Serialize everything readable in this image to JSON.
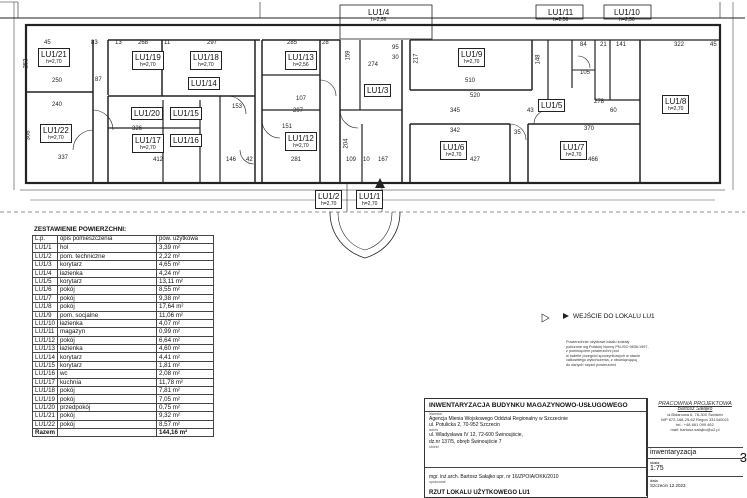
{
  "rooms": [
    {
      "id": "LU1/21",
      "h": "h=2,70"
    },
    {
      "id": "LU1/19",
      "h": "h=2,70"
    },
    {
      "id": "LU1/18",
      "h": "h=2,70"
    },
    {
      "id": "LU1/14",
      "h": ""
    },
    {
      "id": "LU1/20",
      "h": ""
    },
    {
      "id": "LU1/15",
      "h": ""
    },
    {
      "id": "LU1/17",
      "h": "h=2,70"
    },
    {
      "id": "LU1/16",
      "h": ""
    },
    {
      "id": "LU1/22",
      "h": "h=2,70"
    },
    {
      "id": "LU1/13",
      "h": "h=2,56"
    },
    {
      "id": "LU1/12",
      "h": "h=2,70"
    },
    {
      "id": "LU1/3",
      "h": ""
    },
    {
      "id": "LU1/4",
      "h": "h=2,56"
    },
    {
      "id": "LU1/9",
      "h": "h=2,70"
    },
    {
      "id": "LU1/6",
      "h": "h=2,70"
    },
    {
      "id": "LU1/5",
      "h": ""
    },
    {
      "id": "LU1/7",
      "h": "h=2,70"
    },
    {
      "id": "LU1/11",
      "h": "h=2,56"
    },
    {
      "id": "LU1/10",
      "h": "h=2,56"
    },
    {
      "id": "LU1/8",
      "h": "h=2,70"
    },
    {
      "id": "LU1/2",
      "h": "h=2,70"
    },
    {
      "id": "LU1/1",
      "h": "h=2,70"
    }
  ],
  "dims": {
    "d45a": "45",
    "d83": "83",
    "d13": "13",
    "d268": "268",
    "d11": "11",
    "d297": "297",
    "d285": "285",
    "d28": "28",
    "d159": "159",
    "d95": "95",
    "d30": "30",
    "d217": "217",
    "d148": "148",
    "d84": "84",
    "d21": "21",
    "d141": "141",
    "d322": "322",
    "d45b": "45",
    "d253": "253",
    "d250": "250",
    "d87": "87",
    "d240": "240",
    "d308": "308",
    "d337": "337",
    "d326": "326",
    "d412": "412",
    "d146": "146",
    "d42": "42",
    "d281": "281",
    "d297b": "297",
    "d107": "107",
    "d151": "151",
    "d274": "274",
    "d510": "510",
    "d520": "520",
    "d345": "345",
    "d342": "342",
    "d427": "427",
    "d466": "466",
    "d370": "370",
    "d278": "278",
    "d105": "105",
    "d109": "109",
    "d10": "10",
    "d167": "167",
    "d153": "153",
    "d204": "204",
    "d60": "60",
    "d43": "43",
    "d35": "35"
  },
  "table": {
    "title": "ZESTAWIENIE POWIERZCHNI:",
    "headers": {
      "lp": "L.p.",
      "opis": "opis pomieszczenia",
      "pow": "pow. użytkowa"
    },
    "rows": [
      {
        "lp": "LU1/1",
        "opis": "hol",
        "pow": "3,39 m²"
      },
      {
        "lp": "LU1/2",
        "opis": "pom. techniczne",
        "pow": "2,22 m²"
      },
      {
        "lp": "LU1/3",
        "opis": "korytarz",
        "pow": "4,65 m²"
      },
      {
        "lp": "LU1/4",
        "opis": "łazienka",
        "pow": "4,24 m²"
      },
      {
        "lp": "LU1/5",
        "opis": "korytarz",
        "pow": "13,11 m²"
      },
      {
        "lp": "LU1/6",
        "opis": "pokój",
        "pow": "8,55 m²"
      },
      {
        "lp": "LU1/7",
        "opis": "pokój",
        "pow": "9,38 m²"
      },
      {
        "lp": "LU1/8",
        "opis": "pokój",
        "pow": "17,64 m²"
      },
      {
        "lp": "LU1/9",
        "opis": "pom. socjalne",
        "pow": "11,06 m²"
      },
      {
        "lp": "LU1/10",
        "opis": "łazienka",
        "pow": "4,07 m²"
      },
      {
        "lp": "LU1/11",
        "opis": "magazyn",
        "pow": "0,99 m²"
      },
      {
        "lp": "LU1/12",
        "opis": "pokój",
        "pow": "6,64 m²"
      },
      {
        "lp": "LU1/13",
        "opis": "łazienka",
        "pow": "4,60 m²"
      },
      {
        "lp": "LU1/14",
        "opis": "korytarz",
        "pow": "4,41 m²"
      },
      {
        "lp": "LU1/15",
        "opis": "korytarz",
        "pow": "1,81 m²"
      },
      {
        "lp": "LU1/16",
        "opis": "wc",
        "pow": "2,08 m²"
      },
      {
        "lp": "LU1/17",
        "opis": "kuchnia",
        "pow": "11,78 m²"
      },
      {
        "lp": "LU1/18",
        "opis": "pokój",
        "pow": "7,81 m²"
      },
      {
        "lp": "LU1/19",
        "opis": "pokój",
        "pow": "7,05 m²"
      },
      {
        "lp": "LU1/20",
        "opis": "przedpokój",
        "pow": "0,75 m²"
      },
      {
        "lp": "LU1/21",
        "opis": "pokój",
        "pow": "9,32 m²"
      },
      {
        "lp": "LU1/22",
        "opis": "pokój",
        "pow": "8,57 m²"
      }
    ],
    "total": {
      "label": "Razem",
      "pow": "144,16 m²"
    }
  },
  "entrance": "WEJŚCIE DO LOKALU LU1",
  "stamp": [
    "Powierzchnie użytkowe lokalu zostały",
    "policzone wg Polskiej Normy PN-ISO 9836:1997,",
    "z pominięciem powierzchni pod",
    "w świetle przegród spoczynkowych w stanie",
    "całkowitego wykończenia, z obowiązującą",
    "do danych części powierzchni"
  ],
  "titleblock": {
    "title": "INWENTARYZACJA BUDYNKU MAGAZYNOWO-USŁUGOWEGO",
    "lab_inwestor": "inwestor",
    "inwestor1": "Agencja Mienia Wojskowego Oddział Regionalny w Szczecinie",
    "inwestor2": "ul. Potulicka 2, 70-952 Szczecin",
    "lab_adres": "adres",
    "adres1": "ul. Władysława IV 12, 72-600 Świnoujście,",
    "adres2": "dz.nr 137/5, obręb Świnoujście 7",
    "lab_obiekt": "obiekt",
    "author": "mgr. inż.arch.  Bartosz Sałajko  upr. nr 16/ZPOIA/OKK/2010",
    "lab_opracowal": "opracował",
    "bottom": "RZUT LOKALU UŻYTKOWEGO LU1"
  },
  "office": {
    "label": "PRACOWNIA PROJEKTOWA",
    "name": "Bartosz Sałajko",
    "addr1": "ul.Bidanowa 6, 78-300 Świdwin",
    "addr2": "NIP 672-168-25-62 Regon 331340021",
    "addr3": "tel.: +48 661 090 462",
    "addr4": "mail: bartosz.salajko@o2.pl"
  },
  "side": {
    "stage": "inwentaryzacja",
    "lab_skala": "skala",
    "scale": "1:75",
    "lab_data": "data",
    "date": "Szczecin 12.2023",
    "page": "3"
  }
}
